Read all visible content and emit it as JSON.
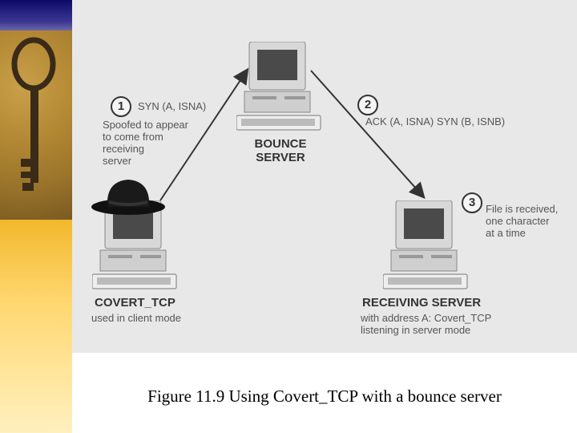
{
  "colors": {
    "slide_bg": "#ffffff",
    "diagram_bg": "#e8e8e8",
    "sidebar_top": "#0b0a66",
    "sidebar_bottom": "#FFE28A"
  },
  "icons": {
    "sidebar": "iron-key-photo",
    "hat": "fedora-hat-icon",
    "computer": "desktop-computer-icon"
  },
  "nodes": {
    "bounce": {
      "title": "BOUNCE\nSERVER"
    },
    "covert": {
      "title": "COVERT_TCP",
      "subtitle": "used in client mode"
    },
    "receiving": {
      "title": "RECEIVING SERVER",
      "subtitle": "with address A: Covert_TCP\nlistening in server mode"
    }
  },
  "steps": [
    {
      "number": "1",
      "header": "SYN (A, ISNA)",
      "detail": "Spoofed to appear\nto come from\nreceiving\nserver"
    },
    {
      "number": "2",
      "header": "ACK (A, ISNA) SYN (B, ISNB)"
    },
    {
      "number": "3",
      "detail": "File is received,\none character\nat a time"
    }
  ],
  "caption": "Figure 11.9  Using Covert_TCP with a bounce server"
}
